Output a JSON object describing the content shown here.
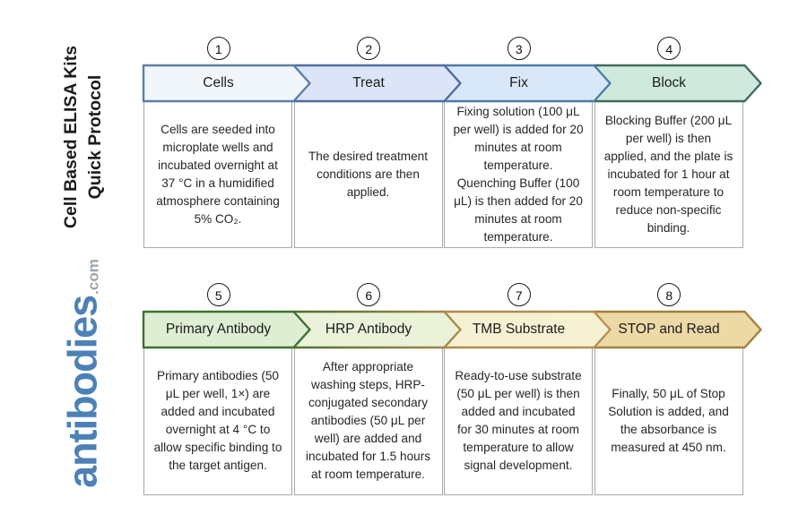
{
  "sidebar": {
    "title_line1": "Cell Based ELISA Kits",
    "title_line2": "Quick Protocol",
    "logo_text": "antibodies",
    "logo_suffix": ".com",
    "logo_color": "#4c81b7",
    "logo_suffix_color": "#9ba3ab"
  },
  "steps": [
    {
      "number": "1",
      "label": "Cells",
      "fill": "#f1f6fa",
      "border_left": "#5b7fa5",
      "border_right": "#5b7fa5",
      "description": "Cells are seeded into microplate wells and incubated overnight at 37 °C in a humidified atmosphere containing 5% CO₂."
    },
    {
      "number": "2",
      "label": "Treat",
      "fill": "#dce4f7",
      "border_left": "#4f6ba3",
      "border_right": "#4f6ba3",
      "description": "The desired treatment conditions are then applied."
    },
    {
      "number": "3",
      "label": "Fix",
      "fill": "#d9e8f8",
      "border_left": "#4b7cab",
      "border_right": "#4b7cab",
      "description": "Fixing solution (100 μL per well) is added for 20 minutes at room temperature. Quenching Buffer (100 μL) is then added for 20 minutes at room temperature."
    },
    {
      "number": "4",
      "label": "Block",
      "fill": "#cfeadd",
      "border_left": "#416a5c",
      "border_right": "#416a5c",
      "description": "Blocking Buffer (200 μL per well) is then applied, and the plate is incubated for 1 hour at room temperature to reduce non-specific binding."
    },
    {
      "number": "5",
      "label": "Primary Antibody",
      "fill": "#deeed3",
      "border_left": "#3f7031",
      "border_right": "#3f7031",
      "description": "Primary antibodies (50 μL per well, 1×) are added and incubated overnight at 4 °C to allow specific binding to the target antigen."
    },
    {
      "number": "6",
      "label": "HRP Antibody",
      "fill": "#eaf2da",
      "border_left": "#4b712f",
      "border_right": "#a98b49",
      "description": "After appropriate washing steps, HRP-conjugated secondary antibodies (50 μL per well) are added and incubated for 1.5 hours at room temperature."
    },
    {
      "number": "7",
      "label": "TMB Substrate",
      "fill": "#f7f1d3",
      "border_left": "#ad8c4a",
      "border_right": "#b19252",
      "description": "Ready-to-use substrate (50 μL per well) is then added and incubated for 30 minutes at room temperature to allow signal development."
    },
    {
      "number": "8",
      "label": "STOP and Read",
      "fill": "#ecd9a6",
      "border_left": "#a2803a",
      "border_right": "#a2803a",
      "description": "Finally, 50 μL of Stop Solution is added, and the absorbance is measured at 450 nm."
    }
  ]
}
